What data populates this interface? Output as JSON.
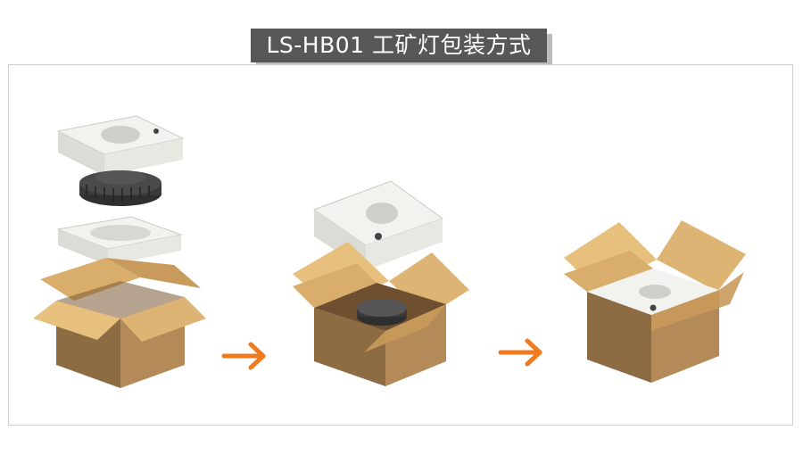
{
  "title": "LS-HB01 工矿灯包装方式",
  "steps": [
    {
      "id": 1,
      "name": "box-with-exploded-parts"
    },
    {
      "id": 2,
      "name": "lamp-in-box-lid-above"
    },
    {
      "id": 3,
      "name": "box-packed-open"
    }
  ],
  "arrows": [
    {
      "icon": "arrow-right"
    },
    {
      "icon": "arrow-right"
    }
  ],
  "colors": {
    "title_bg": "#575757",
    "arrow": "#f07a1e",
    "cardboard_light": "#e7c07e",
    "cardboard_mid": "#b48a58",
    "cardboard_dark": "#7a5a36",
    "foam": "#f2f2ee"
  }
}
